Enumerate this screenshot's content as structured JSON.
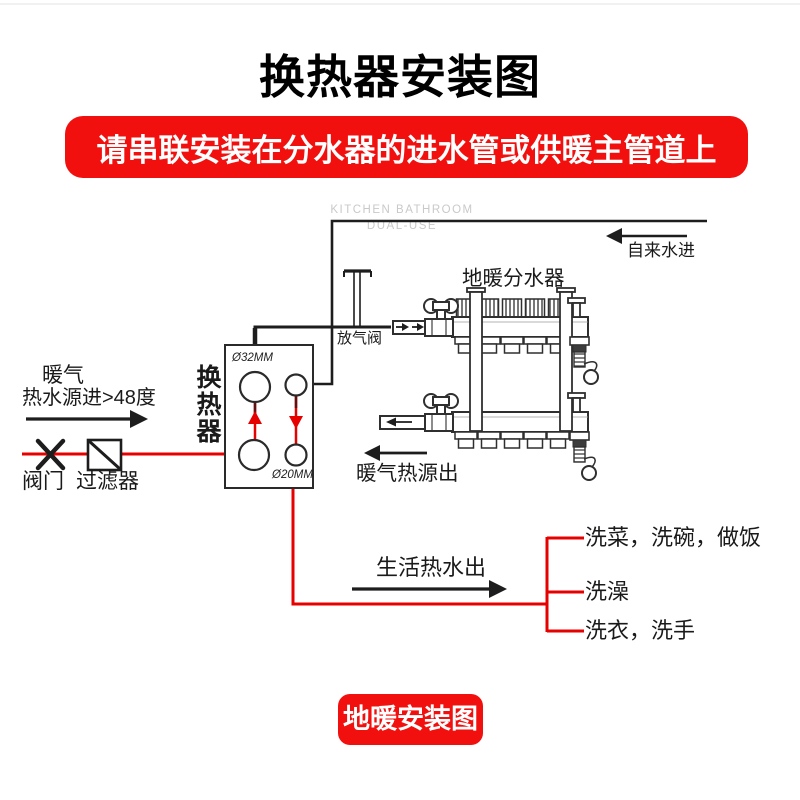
{
  "header": {
    "title": "换热器安装图",
    "banner": "请串联安装在分水器的进水管或供暖主管道上",
    "watermark_line1": "KITCHEN BATHROOM",
    "watermark_line2": "DUAL-USE"
  },
  "diagram": {
    "tap_water_in": "自来水进",
    "manifold_label": "地暖分水器",
    "air_vent_label": "放气阀",
    "heat_exchanger_label": "换热器",
    "heating_in_line1": "暖气",
    "heating_in_line2": "热水源进>48度",
    "valve_label": "阀门",
    "filter_label": "过滤器",
    "heating_out_label": "暖气热源出",
    "domestic_hot_water_label": "生活热水出",
    "branch_kitchen": "洗菜，洗碗，做饭",
    "branch_bath": "洗澡",
    "branch_laundry": "洗衣，洗手",
    "port_top_label": "Ø32MM",
    "port_bottom_label": "Ø20MM"
  },
  "footer": {
    "button_label": "地暖安装图"
  },
  "colors": {
    "accent_red": "#f2100e",
    "pipe_red": "#e60000",
    "line_black": "#1d1d1d"
  }
}
